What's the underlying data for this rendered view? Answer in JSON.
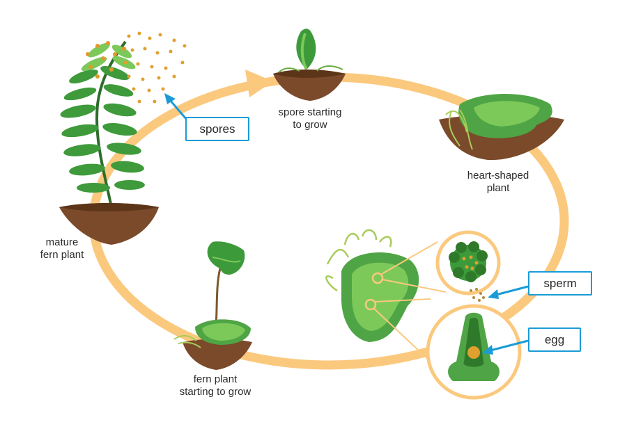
{
  "colors": {
    "cycle_ring": "#fbc97e",
    "callout_border": "#1a9bd7",
    "arrow": "#1a9bd7",
    "leaf_dark": "#2f8a35",
    "leaf_light": "#6cc04a",
    "thallus": "#5bb04a",
    "soil": "#7a4a2a",
    "spore_dot": "#e0a030"
  },
  "stages": {
    "mature_fern": {
      "line1": "mature",
      "line2": "fern plant"
    },
    "spore_growing": {
      "line1": "spore starting",
      "line2": "to grow"
    },
    "heart_shaped": {
      "line1": "heart-shaped",
      "line2": "plant"
    },
    "young_fern": {
      "line1": "fern plant",
      "line2": "starting to grow"
    }
  },
  "callouts": {
    "spores": "spores",
    "sperm": "sperm",
    "egg": "egg"
  }
}
